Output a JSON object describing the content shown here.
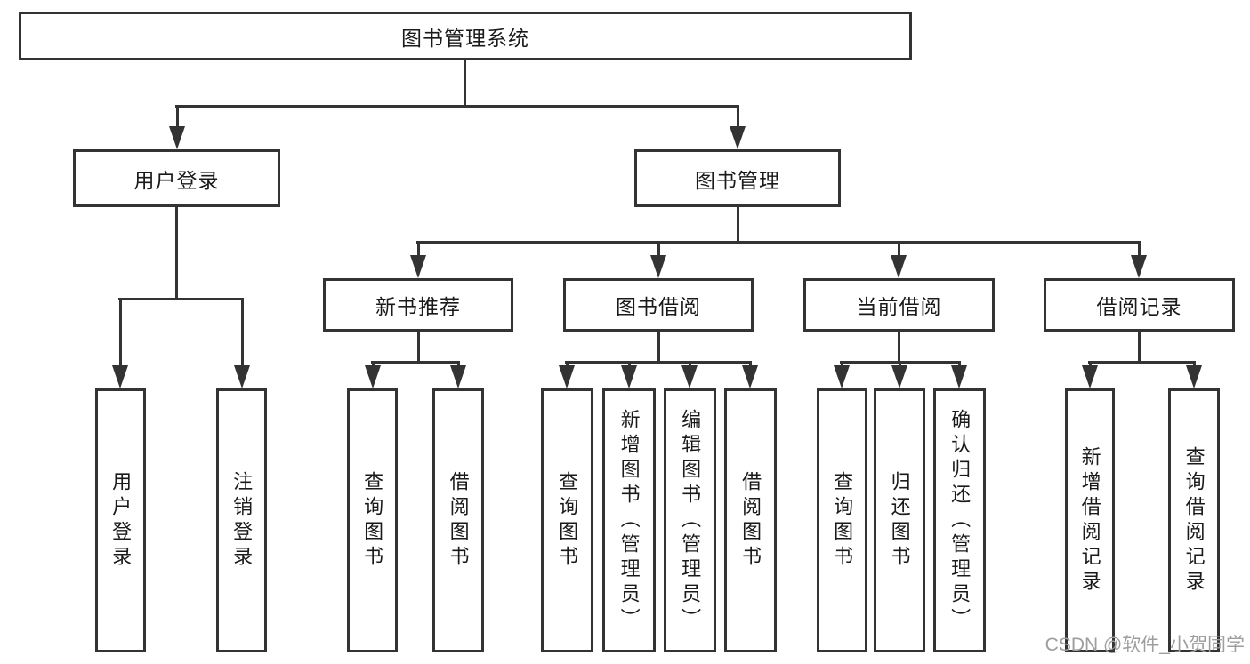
{
  "nodes": {
    "root": "图书管理系统",
    "login": "用户登录",
    "mgmt": "图书管理",
    "rec": "新书推荐",
    "borrow": "图书借阅",
    "current": "当前借阅",
    "records": "借阅记录",
    "leaf_user_login": "用户登录",
    "leaf_logout": "注销登录",
    "leaf_rec_query": "查询图书",
    "leaf_rec_borrow": "借阅图书",
    "leaf_bor_query": "查询图书",
    "leaf_bor_add": "新增图书（管理员）",
    "leaf_bor_edit": "编辑图书（管理员）",
    "leaf_bor_borrow": "借阅图书",
    "leaf_cur_query": "查询图书",
    "leaf_cur_return": "归还图书",
    "leaf_cur_confirm": "确认归还（管理员）",
    "leaf_records_add": "新增借阅记录",
    "leaf_records_query": "查询借阅记录"
  },
  "watermark": "CSDN @软件_小贺同学",
  "colors": {
    "line": "#333333",
    "box_border": "#333333",
    "text": "#1a1a1a",
    "watermark": "#9e9e9e",
    "background": "#ffffff"
  }
}
